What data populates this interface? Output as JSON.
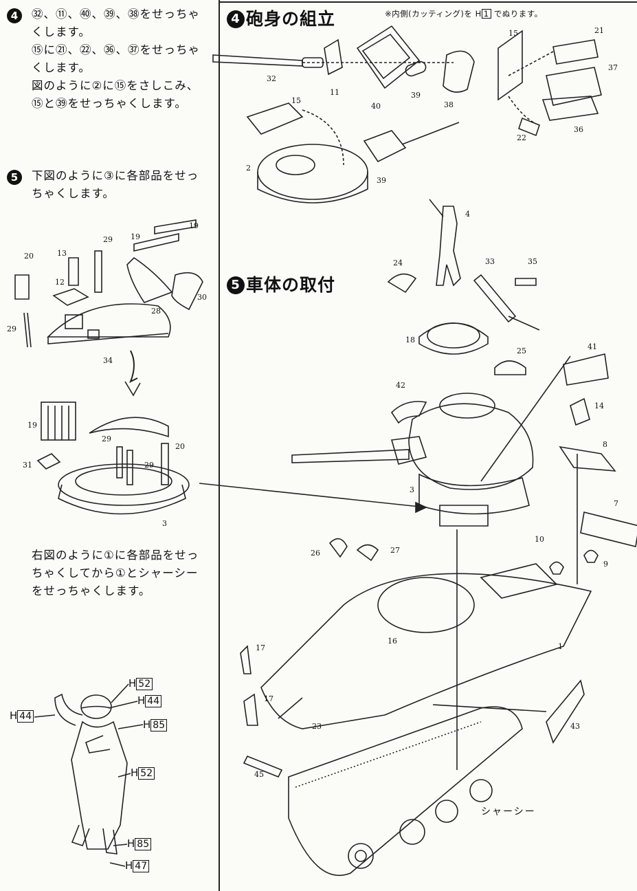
{
  "left": {
    "step4": {
      "badge": "4",
      "text": "㉜、⑪、㊵、㊴、㊳をせっちゃくします。\n⑮に㉑、㉒、㊱、㊲をせっちゃくします。\n図のように②に⑮をさしこみ、⑮と㊴をせっちゃくします。"
    },
    "step5": {
      "badge": "5",
      "text": "下図のように③に各部品をせっちゃくします。"
    },
    "step6_text": "右図のように①に各部品をせっちゃくしてから①とシャーシーをせっちゃくします。",
    "figure_paint": [
      {
        "prefix": "H",
        "code": "52"
      },
      {
        "prefix": "H",
        "code": "44"
      },
      {
        "prefix": "H",
        "code": "44"
      },
      {
        "prefix": "H",
        "code": "85"
      },
      {
        "prefix": "H",
        "code": "52"
      },
      {
        "prefix": "H",
        "code": "85"
      },
      {
        "prefix": "H",
        "code": "47"
      }
    ]
  },
  "right": {
    "section4": {
      "num": "4",
      "title": "砲身の組立"
    },
    "note_prefix": "※内側(カッティング)を H",
    "note_code": "1",
    "note_suffix": " でぬります。",
    "section5": {
      "num": "5",
      "title": "車体の取付"
    },
    "chassis_label": "シャーシー"
  },
  "part_numbers": {
    "top": [
      "32",
      "11",
      "40",
      "39",
      "38",
      "15",
      "2",
      "39",
      "15",
      "21",
      "37",
      "36",
      "22"
    ],
    "left_diagram": [
      "20",
      "13",
      "29",
      "19",
      "19",
      "12",
      "28",
      "30",
      "29",
      "34",
      "19",
      "29",
      "20",
      "31",
      "29",
      "3"
    ],
    "right_diagram": [
      "4",
      "24",
      "33",
      "35",
      "18",
      "25",
      "41",
      "42",
      "14",
      "8",
      "3",
      "7",
      "10",
      "26",
      "27",
      "9",
      "1",
      "17",
      "16",
      "17",
      "23",
      "43",
      "45"
    ]
  }
}
